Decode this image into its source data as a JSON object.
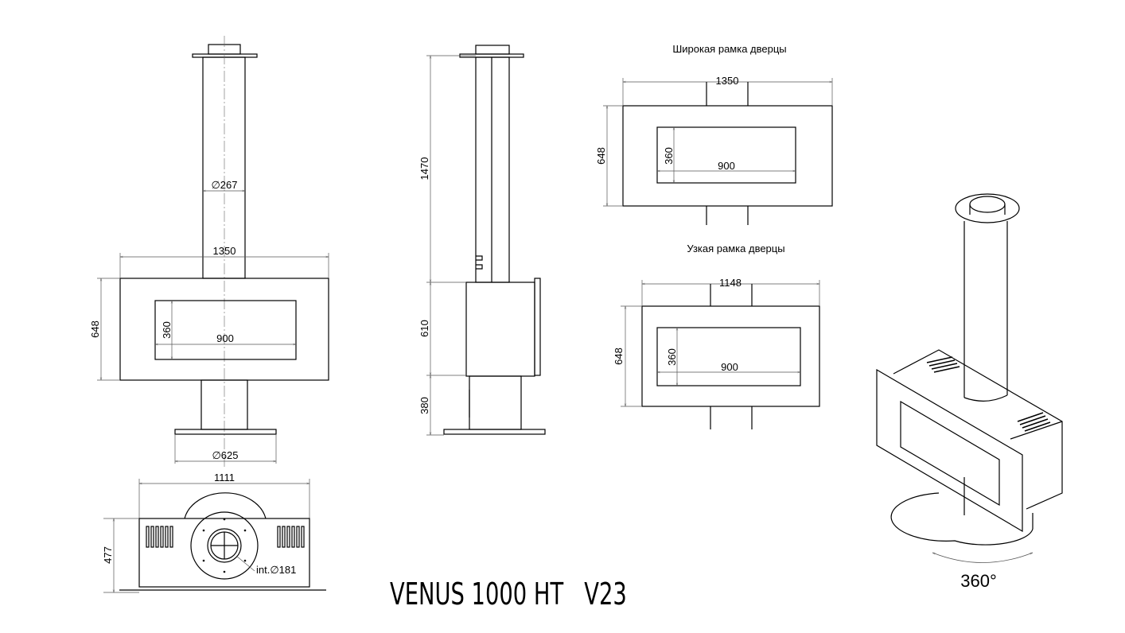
{
  "front_view": {
    "chimney_diameter": "∅267",
    "width": "1350",
    "height": "648",
    "window_height": "360",
    "window_width": "900",
    "base_diameter": "∅625"
  },
  "side_view": {
    "chimney_height": "1470",
    "body_height": "610",
    "pedestal_height": "380"
  },
  "wide_frame": {
    "title": "Широкая рамка дверцы",
    "width": "1350",
    "height": "648",
    "window_height": "360",
    "window_width": "900"
  },
  "narrow_frame": {
    "title": "Узкая рамка дверцы",
    "width": "1148",
    "height": "648",
    "window_height": "360",
    "window_width": "900"
  },
  "top_view": {
    "width": "1111",
    "depth": "477",
    "flue_diameter": "int.∅181"
  },
  "iso_view": {
    "rotation": "360°"
  },
  "model_title": "VENUS 1000 HT   V23"
}
